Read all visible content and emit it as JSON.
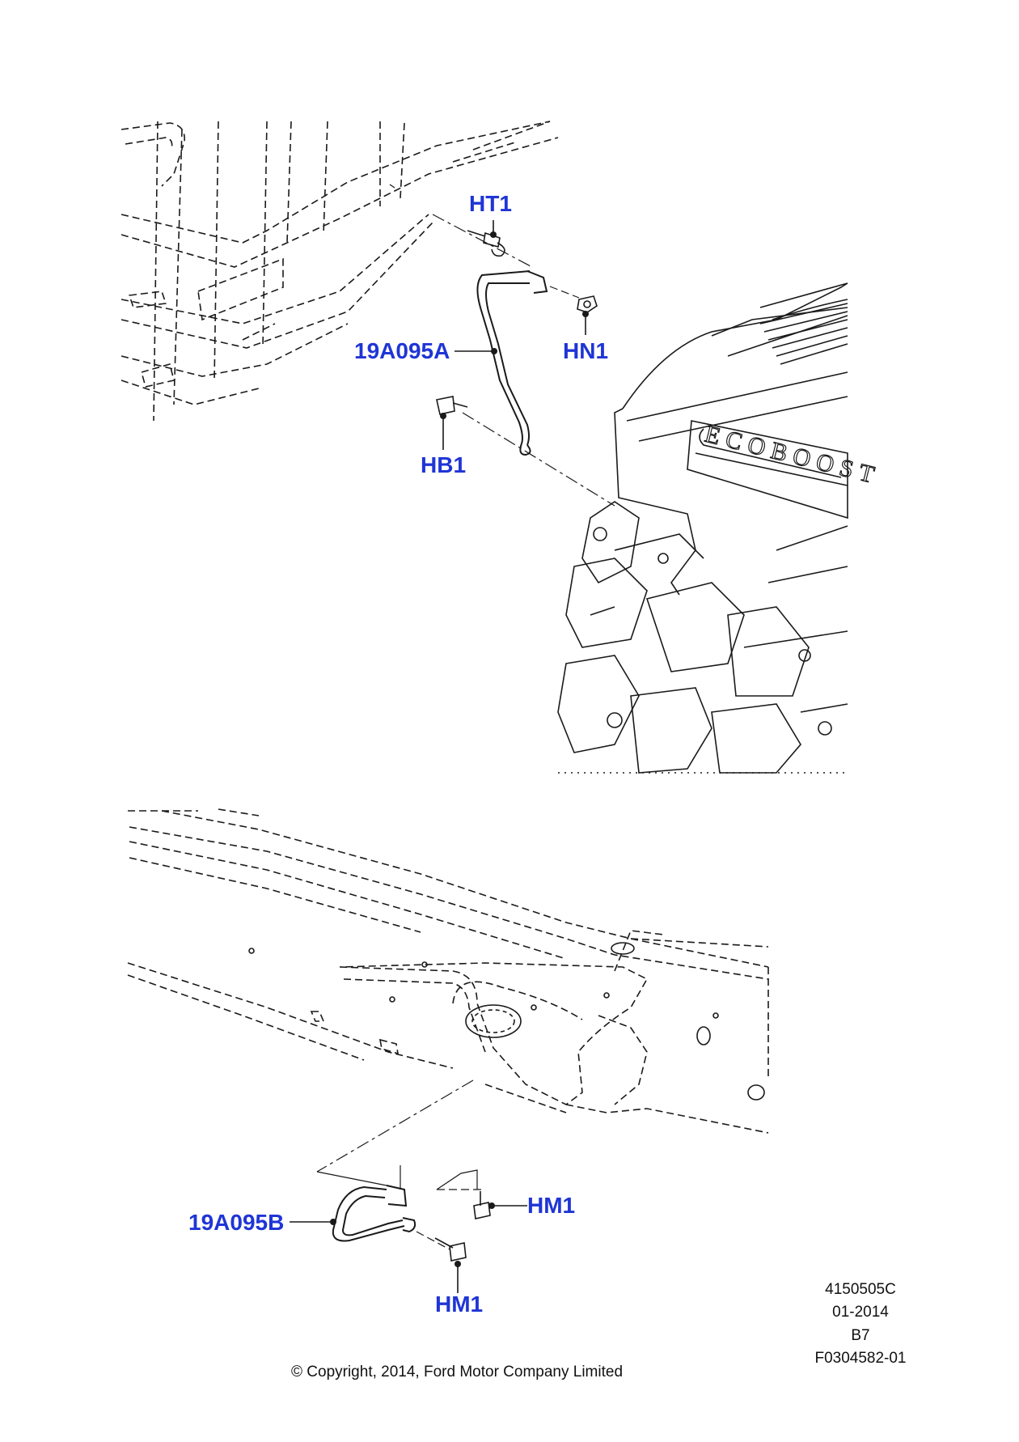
{
  "callouts": {
    "ht1": "HT1",
    "hn1": "HN1",
    "hb1": "HB1",
    "cable_a": "19A095A",
    "cable_b": "19A095B",
    "hm1_upper": "HM1",
    "hm1_lower": "HM1"
  },
  "engine_badge": "ECOBOOST",
  "footer": {
    "copyright": "© Copyright, 2014, Ford Motor Company Limited",
    "ref_number": "4150505C",
    "date": "01-2014",
    "variant": "B7",
    "figure_id": "F0304582-01"
  },
  "colors": {
    "callout": "#1f35d6",
    "linework": "#1a1a1a",
    "background": "#ffffff"
  }
}
